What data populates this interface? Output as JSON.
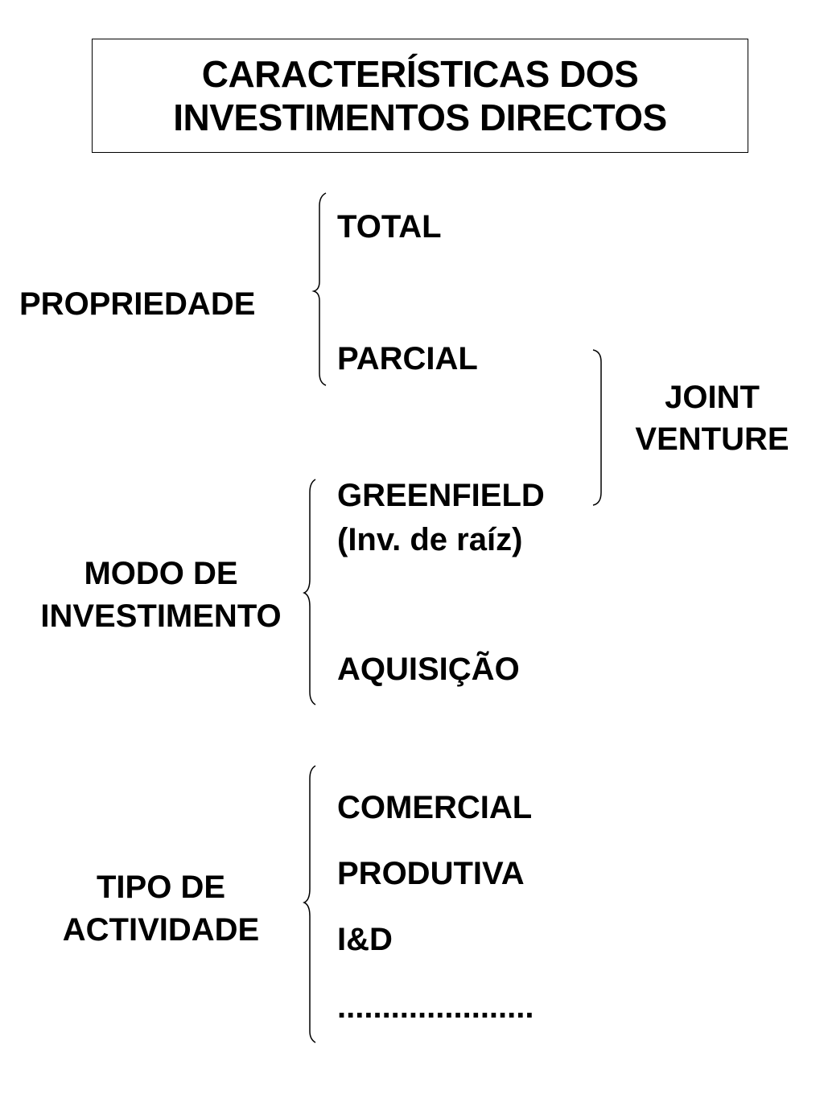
{
  "title": {
    "line1": "CARACTERÍSTICAS DOS",
    "line2": "INVESTIMENTOS DIRECTOS"
  },
  "groups": {
    "propriedade": {
      "label": "PROPRIEDADE",
      "items": [
        "TOTAL",
        "PARCIAL"
      ]
    },
    "modo": {
      "label_line1": "MODO DE",
      "label_line2": "INVESTIMENTO",
      "items": [
        "GREENFIELD",
        "(Inv. de raíz)",
        "AQUISIÇÃO"
      ]
    },
    "tipo": {
      "label_line1": "TIPO DE",
      "label_line2": "ACTIVIDADE",
      "items": [
        "COMERCIAL",
        "PRODUTIVA",
        "I&D",
        "......................"
      ]
    },
    "joint_venture": {
      "line1": "JOINT",
      "line2": "VENTURE"
    }
  }
}
